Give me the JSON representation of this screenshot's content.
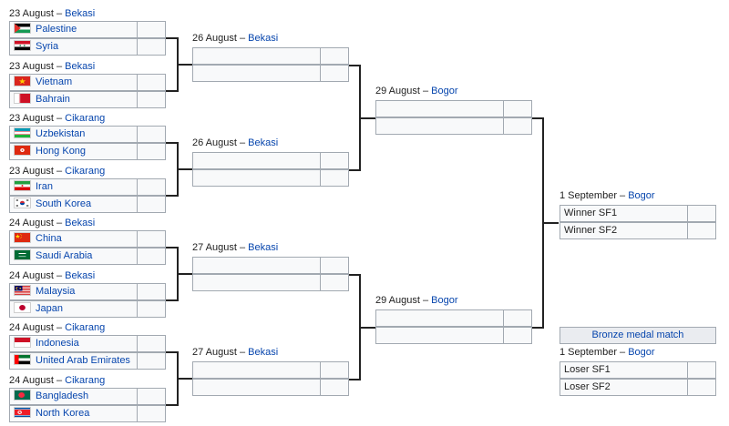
{
  "quarterfinals": [
    {
      "date": "23 August",
      "venue": "Bekasi",
      "teams": [
        {
          "name": "Palestine",
          "flag": "palestine-flag"
        },
        {
          "name": "Syria",
          "flag": "syria-flag"
        }
      ]
    },
    {
      "date": "23 August",
      "venue": "Bekasi",
      "teams": [
        {
          "name": "Vietnam",
          "flag": "vietnam-flag"
        },
        {
          "name": "Bahrain",
          "flag": "bahrain-flag"
        }
      ]
    },
    {
      "date": "23 August",
      "venue": "Cikarang",
      "teams": [
        {
          "name": "Uzbekistan",
          "flag": "uzbekistan-flag"
        },
        {
          "name": "Hong Kong",
          "flag": "hong-kong-flag"
        }
      ]
    },
    {
      "date": "23 August",
      "venue": "Cikarang",
      "teams": [
        {
          "name": "Iran",
          "flag": "iran-flag"
        },
        {
          "name": "South Korea",
          "flag": "south-korea-flag"
        }
      ]
    },
    {
      "date": "24 August",
      "venue": "Bekasi",
      "teams": [
        {
          "name": "China",
          "flag": "china-flag"
        },
        {
          "name": "Saudi Arabia",
          "flag": "saudi-arabia-flag"
        }
      ]
    },
    {
      "date": "24 August",
      "venue": "Bekasi",
      "teams": [
        {
          "name": "Malaysia",
          "flag": "malaysia-flag"
        },
        {
          "name": "Japan",
          "flag": "japan-flag"
        }
      ]
    },
    {
      "date": "24 August",
      "venue": "Cikarang",
      "teams": [
        {
          "name": "Indonesia",
          "flag": "indonesia-flag"
        },
        {
          "name": "United Arab Emirates",
          "flag": "uae-flag"
        }
      ]
    },
    {
      "date": "24 August",
      "venue": "Cikarang",
      "teams": [
        {
          "name": "Bangladesh",
          "flag": "bangladesh-flag"
        },
        {
          "name": "North Korea",
          "flag": "north-korea-flag"
        }
      ]
    }
  ],
  "round2": [
    {
      "date": "26 August",
      "venue": "Bekasi"
    },
    {
      "date": "26 August",
      "venue": "Bekasi"
    },
    {
      "date": "27 August",
      "venue": "Bekasi"
    },
    {
      "date": "27 August",
      "venue": "Bekasi"
    }
  ],
  "semifinals": [
    {
      "date": "29 August",
      "venue": "Bogor"
    },
    {
      "date": "29 August",
      "venue": "Bogor"
    }
  ],
  "final": {
    "date": "1 September",
    "venue": "Bogor",
    "teams": [
      "Winner SF1",
      "Winner SF2"
    ]
  },
  "bronze": {
    "label": "Bronze medal match",
    "date": "1 September",
    "venue": "Bogor",
    "teams": [
      "Loser SF1",
      "Loser SF2"
    ]
  },
  "separator": " – "
}
